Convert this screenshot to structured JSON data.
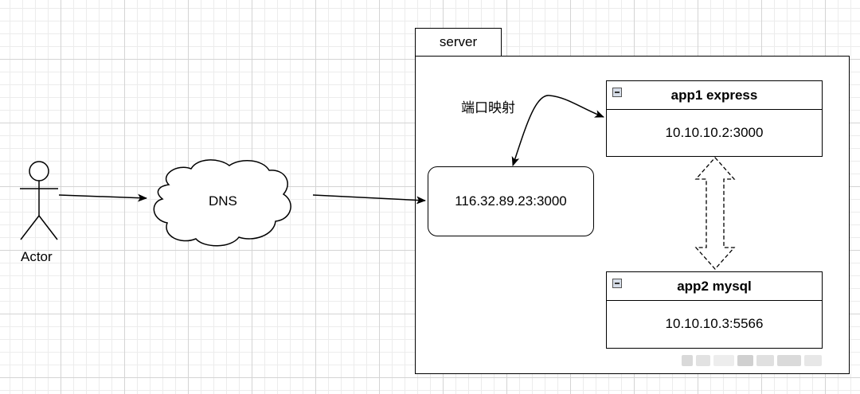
{
  "actor": {
    "label": "Actor"
  },
  "dns": {
    "label": "DNS"
  },
  "server": {
    "label": "server"
  },
  "ip_box": {
    "label": "116.32.89.23:3000"
  },
  "port_mapping": {
    "label": "端口映射"
  },
  "app1": {
    "title": "app1 express",
    "address": "10.10.10.2:3000"
  },
  "app2": {
    "title": "app2 mysql",
    "address": "10.10.10.3:5566"
  },
  "icons": {
    "collapse": "minus-square-icon",
    "actor": "stick-figure-icon",
    "cloud": "cloud-shape"
  },
  "colors": {
    "stroke": "#000000",
    "grid_major": "#d4d4d4",
    "grid_minor": "#ececec",
    "collapse_fill": "#d6dde8"
  }
}
